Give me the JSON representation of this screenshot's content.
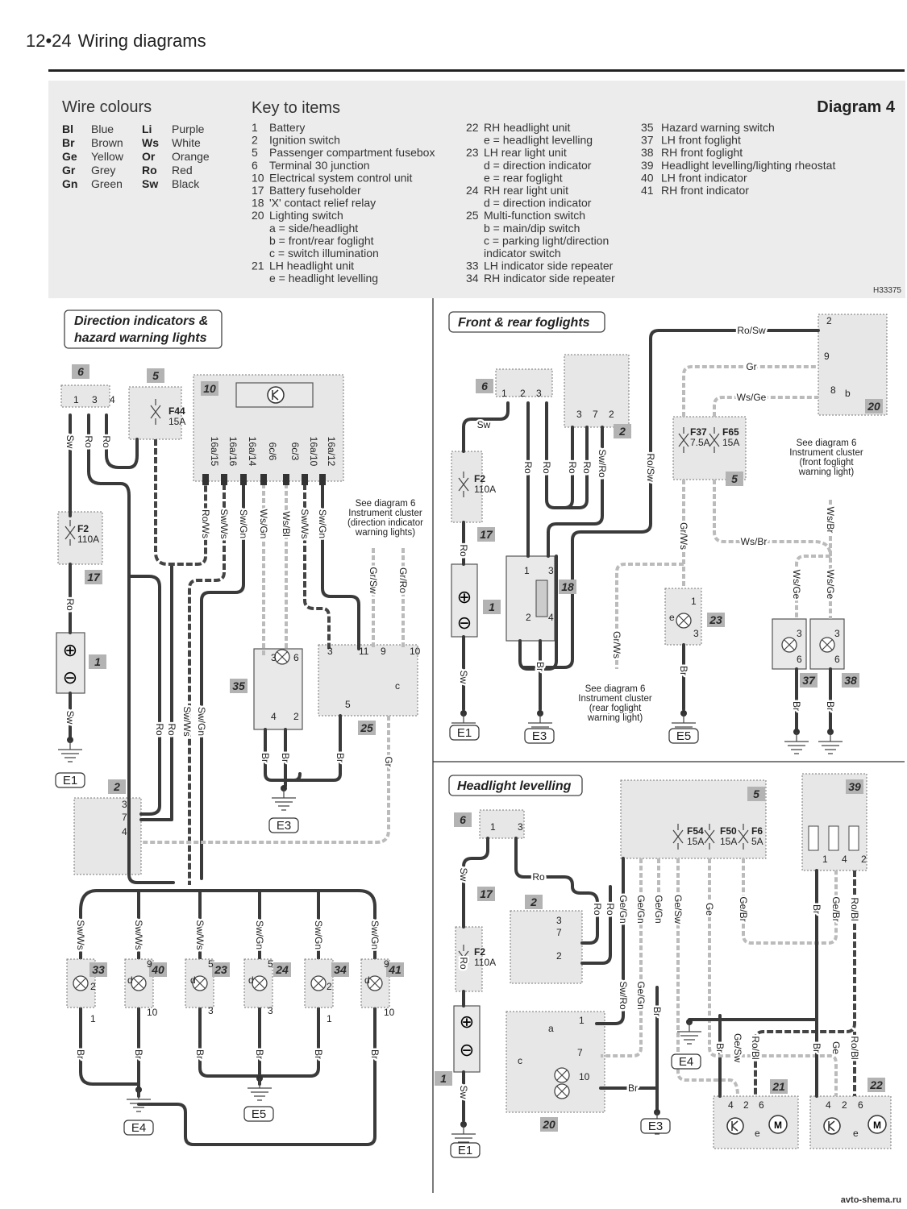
{
  "header": {
    "page_number": "12•24",
    "title": "Wiring diagrams"
  },
  "diagram_label": "Diagram 4",
  "reference": "H33375",
  "watermark": "avto-shema.ru",
  "wire_colours": {
    "title": "Wire colours",
    "entries": [
      {
        "code": "Bl",
        "name": "Blue"
      },
      {
        "code": "Br",
        "name": "Brown"
      },
      {
        "code": "Ge",
        "name": "Yellow"
      },
      {
        "code": "Gr",
        "name": "Grey"
      },
      {
        "code": "Gn",
        "name": "Green"
      },
      {
        "code": "Li",
        "name": "Purple"
      },
      {
        "code": "Ws",
        "name": "White"
      },
      {
        "code": "Or",
        "name": "Orange"
      },
      {
        "code": "Ro",
        "name": "Red"
      },
      {
        "code": "Sw",
        "name": "Black"
      }
    ]
  },
  "key": {
    "title": "Key to items",
    "columns": [
      [
        {
          "num": "1",
          "text": "Battery"
        },
        {
          "num": "2",
          "text": "Ignition switch"
        },
        {
          "num": "5",
          "text": "Passenger compartment fusebox"
        },
        {
          "num": "6",
          "text": "Terminal 30 junction"
        },
        {
          "num": "10",
          "text": "Electrical system control unit"
        },
        {
          "num": "17",
          "text": "Battery fuseholder"
        },
        {
          "num": "18",
          "text": "'X' contact relief relay"
        },
        {
          "num": "20",
          "text": "Lighting switch"
        },
        {
          "num": "",
          "text": "a  =  side/headlight"
        },
        {
          "num": "",
          "text": "b  =  front/rear foglight"
        },
        {
          "num": "",
          "text": "c  =  switch illumination"
        },
        {
          "num": "21",
          "text": "LH headlight unit"
        },
        {
          "num": "",
          "text": "e  =  headlight levelling"
        }
      ],
      [
        {
          "num": "22",
          "text": "RH headlight unit"
        },
        {
          "num": "",
          "text": "e  =  headlight levelling"
        },
        {
          "num": "23",
          "text": "LH rear light unit"
        },
        {
          "num": "",
          "text": "d  =  direction indicator"
        },
        {
          "num": "",
          "text": "e  =  rear foglight"
        },
        {
          "num": "24",
          "text": "RH rear light unit"
        },
        {
          "num": "",
          "text": "d  =  direction indicator"
        },
        {
          "num": "25",
          "text": "Multi-function switch"
        },
        {
          "num": "",
          "text": "b  =  main/dip switch"
        },
        {
          "num": "",
          "text": "c  =  parking light/direction"
        },
        {
          "num": "",
          "text": "       indicator switch"
        },
        {
          "num": "33",
          "text": "LH indicator side repeater"
        },
        {
          "num": "34",
          "text": "RH indicator side repeater"
        }
      ],
      [
        {
          "num": "35",
          "text": "Hazard warning switch"
        },
        {
          "num": "37",
          "text": "LH front foglight"
        },
        {
          "num": "38",
          "text": "RH front foglight"
        },
        {
          "num": "39",
          "text": "Headlight levelling/lighting rheostat"
        },
        {
          "num": "40",
          "text": "LH front indicator"
        },
        {
          "num": "41",
          "text": "RH front indicator"
        }
      ]
    ]
  },
  "sections": {
    "direction": {
      "title": [
        "Direction indicators &",
        "hazard warning lights"
      ],
      "tags": [
        "6",
        "5",
        "10",
        "17",
        "1",
        "35",
        "25",
        "2",
        "33",
        "40",
        "23",
        "24",
        "34",
        "41"
      ],
      "fuses": [
        "F44",
        "15A",
        "F2",
        "110A"
      ],
      "pins": [
        "1",
        "3",
        "4",
        "16a/15",
        "16a/16",
        "16a/14",
        "6c/6",
        "6c/3",
        "16a/10",
        "16a/12",
        "3",
        "6",
        "4",
        "2",
        "3",
        "11",
        "9",
        "10",
        "5",
        "c",
        "3",
        "7",
        "4",
        "2",
        "1",
        "d",
        "9",
        "10",
        "d",
        "5",
        "3",
        "d",
        "5",
        "3",
        "2",
        "1",
        "d",
        "9",
        "10"
      ],
      "wires": [
        "Sw",
        "Ro",
        "Ro",
        "Ro/Ws",
        "Sw/Ws",
        "Sw/Gn",
        "Ws/Gn",
        "Ws/Bl",
        "Sw/Ws",
        "Sw/Gn",
        "Gr/Sw",
        "Gr/Ro",
        "Ro",
        "Sw",
        "Ro",
        "Ro",
        "Sw/Ws",
        "Sw/Gn",
        "Br",
        "Br",
        "Br",
        "Gr",
        "Sw/Ws",
        "Sw/Ws",
        "Sw/Ws",
        "Sw/Gn",
        "Sw/Gn",
        "Sw/Gn",
        "Br",
        "Br",
        "Br",
        "Br",
        "Br",
        "Br"
      ],
      "note": [
        "See diagram 6",
        "Instrument cluster",
        "(direction indicator",
        "warning lights)"
      ],
      "earths": [
        "E1",
        "E3",
        "E4",
        "E5"
      ]
    },
    "foglights": {
      "title": [
        "Front & rear foglights"
      ],
      "tags": [
        "6",
        "2",
        "17",
        "1",
        "18",
        "5",
        "20",
        "23",
        "37",
        "38"
      ],
      "fuses": [
        "F2",
        "110A",
        "F37",
        "7.5A",
        "F65",
        "15A"
      ],
      "pins": [
        "1",
        "2",
        "3",
        "3",
        "7",
        "2",
        "1",
        "3",
        "2",
        "4",
        "2",
        "9",
        "8",
        "b",
        "e",
        "1",
        "3",
        "3",
        "6",
        "3",
        "6"
      ],
      "wires": [
        "Sw",
        "Ro",
        "Ro",
        "Ro",
        "Ro",
        "Ro",
        "Sw/Ro",
        "Ro/Sw",
        "Ro/Sw",
        "Gr",
        "Ws/Ge",
        "Gr/Ws",
        "Ws/Br",
        "Ws/Br",
        "Gr/Ws",
        "Ws/Ge",
        "Ws/Ge",
        "Sw",
        "Br",
        "Br",
        "Br",
        "Br"
      ],
      "note_front": [
        "See diagram 6",
        "Instrument cluster",
        "(front foglight",
        "warning light)"
      ],
      "note_rear": [
        "See diagram 6",
        "Instrument cluster",
        "(rear foglight",
        "warning light)"
      ],
      "earths": [
        "E1",
        "E3",
        "E5"
      ]
    },
    "levelling": {
      "title": [
        "Headlight levelling"
      ],
      "tags": [
        "6",
        "17",
        "2",
        "1",
        "5",
        "39",
        "20",
        "21",
        "22"
      ],
      "fuses": [
        "F54",
        "15A",
        "F50",
        "15A",
        "F6",
        "5A",
        "F2",
        "110A"
      ],
      "pins": [
        "1",
        "3",
        "3",
        "7",
        "2",
        "1",
        "4",
        "2",
        "1",
        "a",
        "7",
        "c",
        "10",
        "4",
        "2",
        "6",
        "e",
        "4",
        "2",
        "6",
        "e"
      ],
      "wires": [
        "Sw",
        "Ro",
        "Ro",
        "Ro",
        "Ro",
        "Ge/Gn",
        "Ge/Gn",
        "Ge/Gn",
        "Ge/Sw",
        "Ge",
        "Ge/Br",
        "Br",
        "Ge/Br",
        "Ro/Bl",
        "Sw/Ro",
        "Ge/Gn",
        "Br",
        "Br",
        "Br",
        "Ge/Sw",
        "Ro/Bl",
        "Br",
        "Ge",
        "Ro/Bl",
        "Sw"
      ],
      "earths": [
        "E1",
        "E4",
        "E3"
      ]
    }
  }
}
